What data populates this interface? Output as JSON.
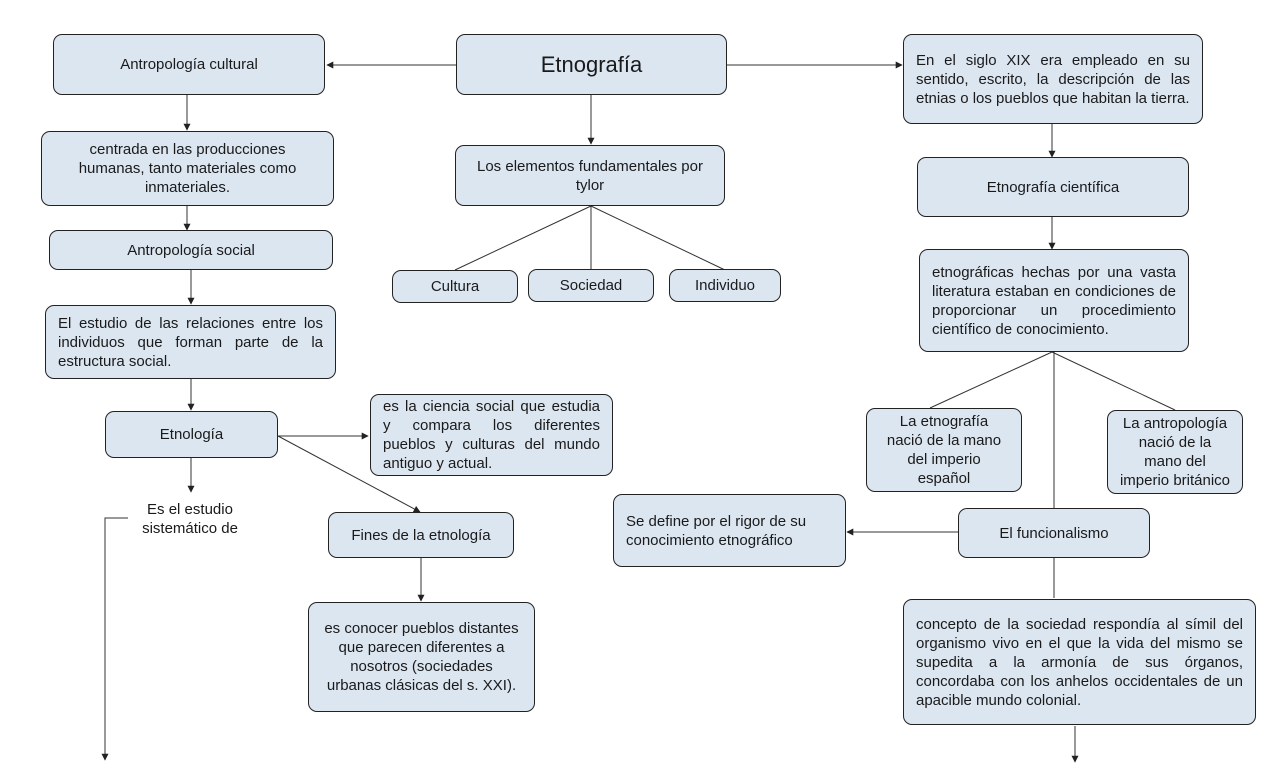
{
  "nodes": {
    "etnografia": "Etnografía",
    "antropologia_cultural": "Antropología cultural",
    "cultural_desc": "centrada en las producciones humanas, tanto materiales como inmateriales.",
    "antropologia_social": "Antropología social",
    "social_desc": "El estudio de las relaciones entre los individuos que forman parte de la estructura social.",
    "etnologia": "Etnología",
    "etnologia_desc": "es la ciencia social que estudia y compara los diferentes pueblos y culturas del mundo antiguo y actual.",
    "estudio_sistematico": "Es el estudio sistemático de",
    "fines": "Fines de la etnología",
    "fines_desc": "es conocer pueblos distantes que parecen diferentes a nosotros (sociedades urbanas clásicas del s. XXI).",
    "elementos": "Los elementos fundamentales por tylor",
    "cultura": "Cultura",
    "sociedad": "Sociedad",
    "individuo": "Individuo",
    "siglo_xix": "En el siglo XIX era empleado en su sentido, escrito, la descripción de las etnias o los pueblos que habitan la tierra.",
    "etnografia_cientifica": "Etnografía científica",
    "cientifica_desc": "etnográficas hechas por una vasta literatura estaban en condiciones de proporcionar un procedimiento científico de conocimiento.",
    "imperio_espanol": "La etnografía nació de la mano del imperio español",
    "imperio_britanico": "La antropología nació de la mano del imperio británico",
    "funcionalismo": "El funcionalismo",
    "rigor": "Se define por el rigor de su conocimiento etnográfico",
    "funcionalismo_desc": "concepto de la sociedad respondía al símil del organismo vivo en el que la vida del mismo se supedita a la armonía de sus órganos, concordaba con los anhelos occidentales de un apacible mundo colonial."
  },
  "colors": {
    "node_fill": "#dce6f1",
    "border": "#222222",
    "line": "#333333"
  }
}
